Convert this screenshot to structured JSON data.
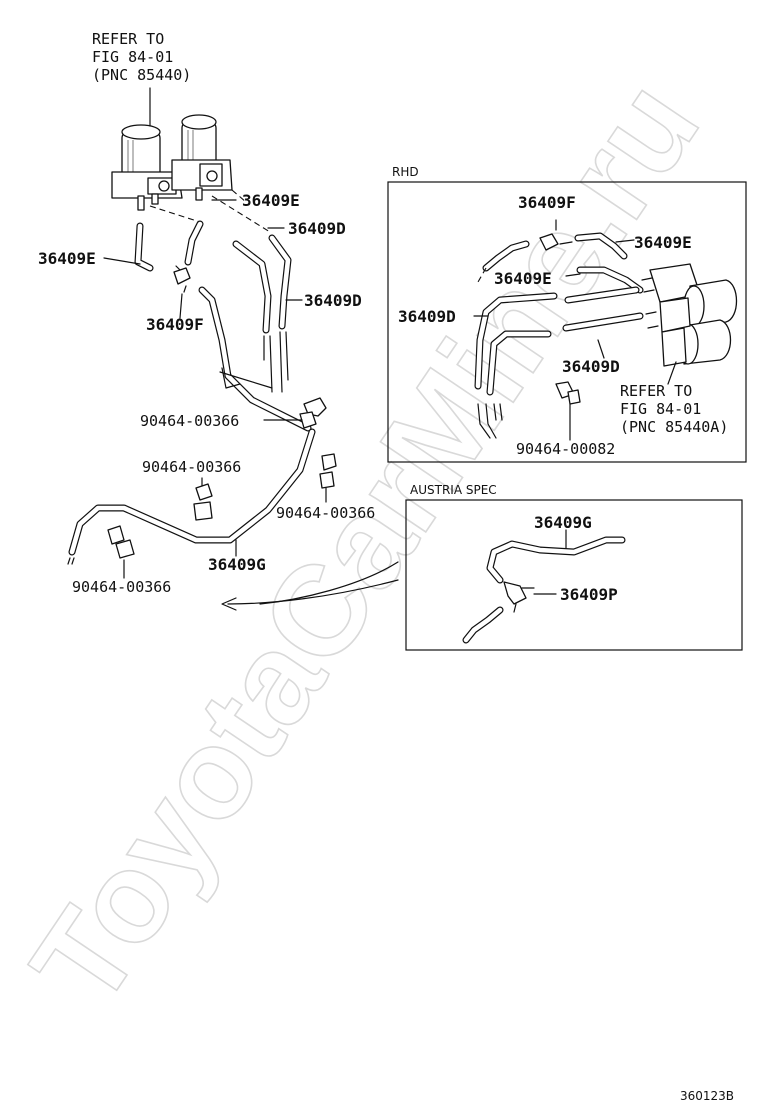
{
  "diagram": {
    "watermark": "ToyotaCarMine.ru",
    "main_refer": {
      "line1": "REFER TO",
      "line2": "FIG 84-01",
      "line3": "(PNC 85440)"
    },
    "main_labels": {
      "e_upper": "36409E",
      "d_upper": "36409D",
      "e_left": "36409E",
      "d_mid": "36409D",
      "f_left": "36409F",
      "clip_1": "90464-00366",
      "clip_2": "90464-00366",
      "clip_3": "90464-00366",
      "clip_4": "90464-00366",
      "g_main": "36409G"
    },
    "rhd": {
      "title": "RHD",
      "f": "36409F",
      "e_right": "36409E",
      "e_mid": "36409E",
      "d_left": "36409D",
      "d_right": "36409D",
      "clip": "90464-00082",
      "refer": {
        "line1": "REFER TO",
        "line2": "FIG 84-01",
        "line3": "(PNC 85440A)"
      }
    },
    "austria": {
      "title": "AUSTRIA SPEC",
      "g": "36409G",
      "p": "36409P"
    },
    "figure_code": "360123B"
  }
}
